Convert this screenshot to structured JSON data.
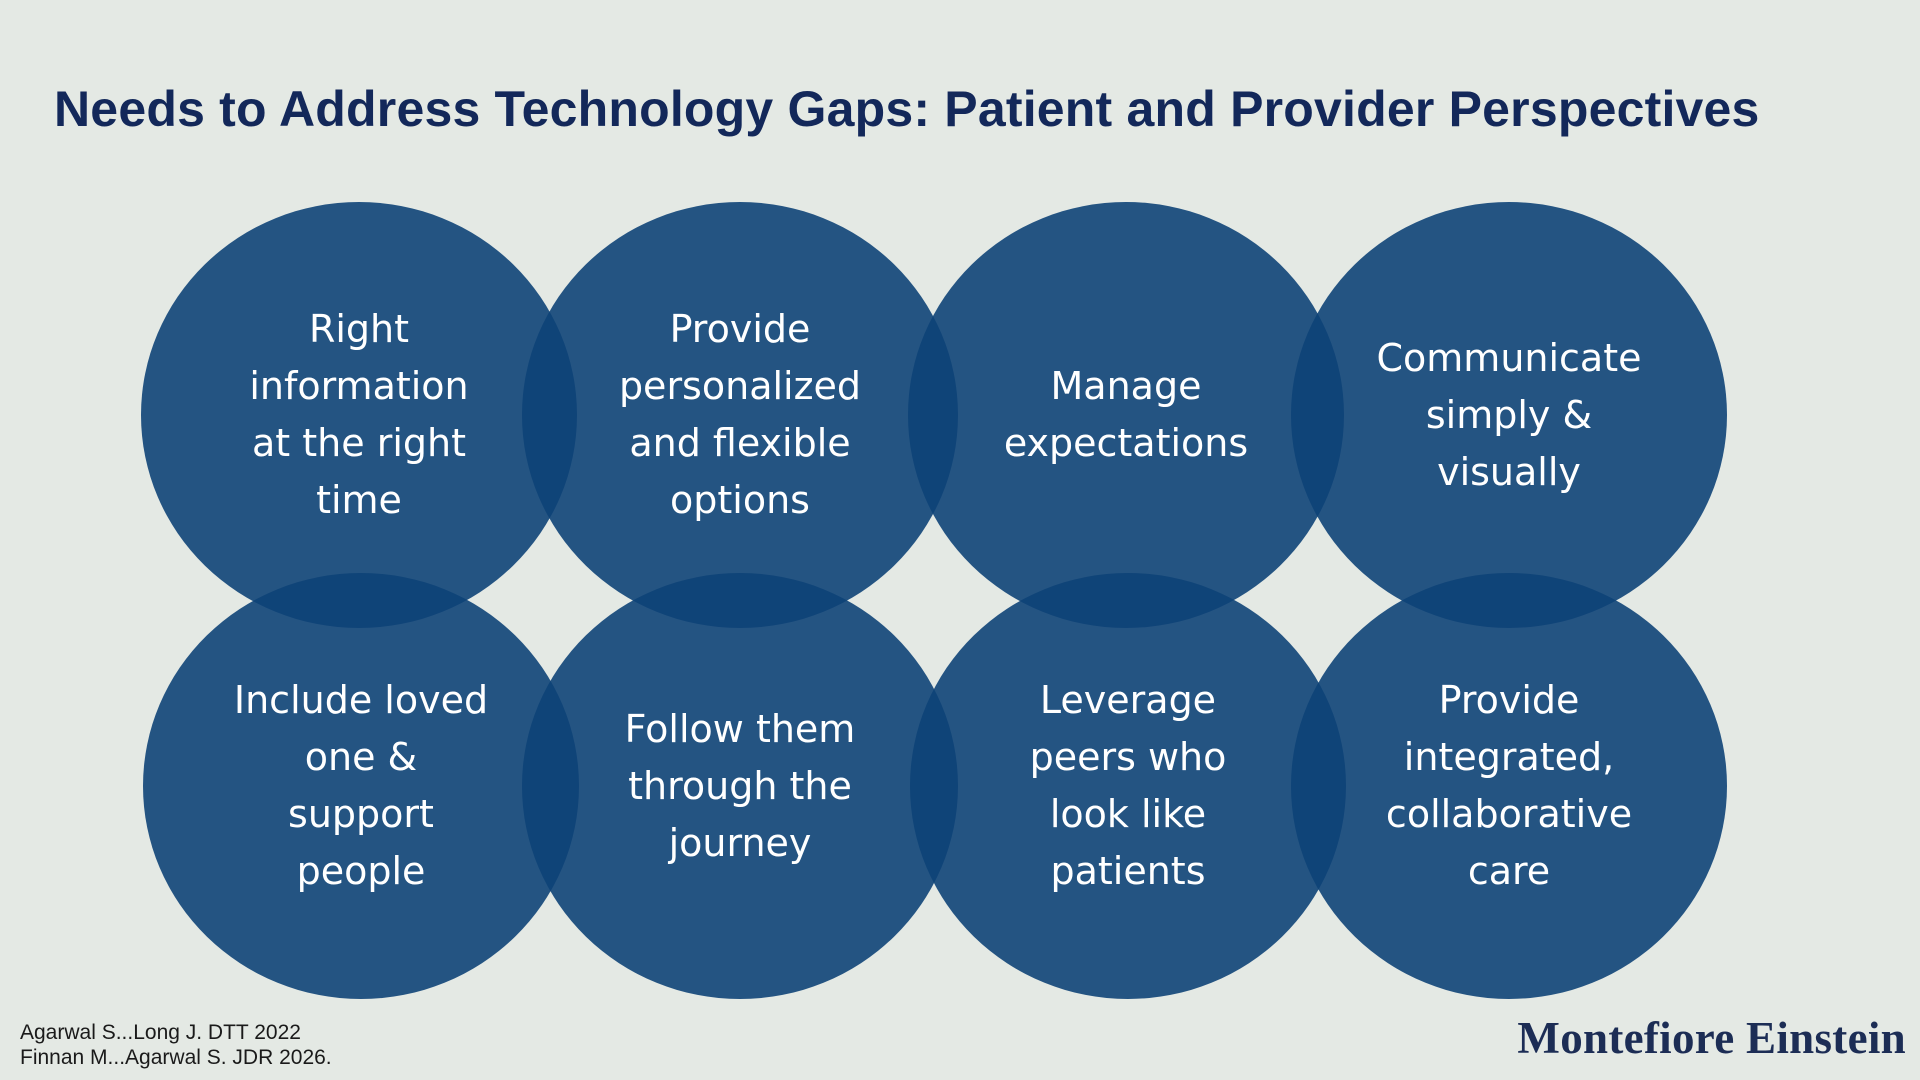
{
  "slide": {
    "title": "Needs to Address Technology Gaps: Patient and Provider Perspectives"
  },
  "bubbles": [
    {
      "text": "Right\ninformation\nat the right\ntime"
    },
    {
      "text": "Provide\npersonalized\nand flexible\noptions"
    },
    {
      "text": "Manage\nexpectations"
    },
    {
      "text": "Communicate\nsimply &\nvisually"
    },
    {
      "text": "Include loved\none &\nsupport\npeople"
    },
    {
      "text": "Follow them\nthrough the\njourney"
    },
    {
      "text": "Leverage\npeers who\nlook like\npatients"
    },
    {
      "text": "Provide\nintegrated,\ncollaborative\ncare"
    }
  ],
  "citations": [
    "Agarwal S...Long J. DTT 2022",
    "Finnan M...Agarwal S. JDR 2026."
  ],
  "logo": {
    "text": "Montefiore Einstein"
  },
  "colors": {
    "background": "#e4e9e4",
    "title": "#13285a",
    "bubble": "#0d4277",
    "bubble_text": "#ffffff"
  }
}
